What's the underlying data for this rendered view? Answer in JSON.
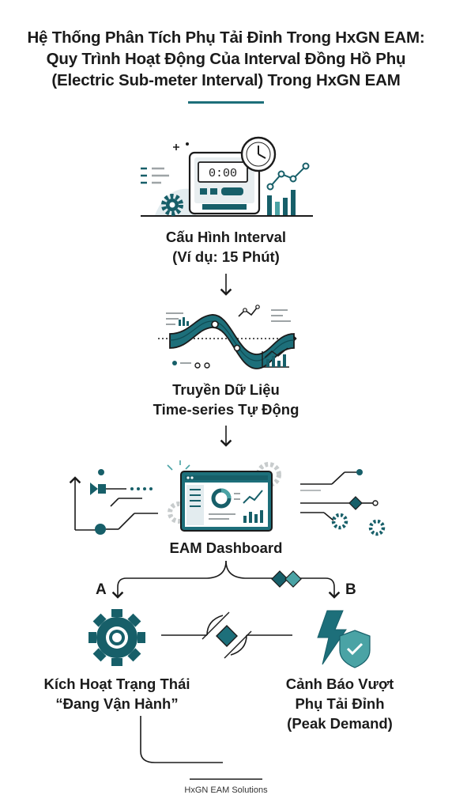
{
  "title": {
    "line1": "Hệ Thống Phân Tích Phụ Tải Đỉnh Trong HxGN EAM:",
    "line2": "Quy Trình Hoạt Động Của Interval Đồng Hồ Phụ",
    "line3": "(Electric Sub-meter Interval) Trong HxGN EAM"
  },
  "steps": {
    "configure": {
      "line1": "Cấu Hình Interval",
      "line2": "(Ví dụ: 15 Phút)",
      "meter_display": "0:00"
    },
    "transfer": {
      "line1": "Truyền Dữ Liệu",
      "line2": "Time-series Tự Động"
    },
    "dashboard": {
      "label": "EAM Dashboard"
    }
  },
  "branches": {
    "a": {
      "letter": "A",
      "line1": "Kích Hoạt Trạng Thái",
      "line2": "“Đang Vận Hành”"
    },
    "b": {
      "letter": "B",
      "line1": "Cảnh Báo Vượt",
      "line2": "Phụ Tải Đỉnh",
      "line3": "(Peak Demand)"
    }
  },
  "footer": "HxGN EAM Solutions",
  "colors": {
    "teal": "#1d6f7a",
    "dark_teal": "#175f69",
    "light_teal": "#4aa3a5",
    "ink": "#1b1b1b",
    "gray": "#9ea4a6"
  }
}
